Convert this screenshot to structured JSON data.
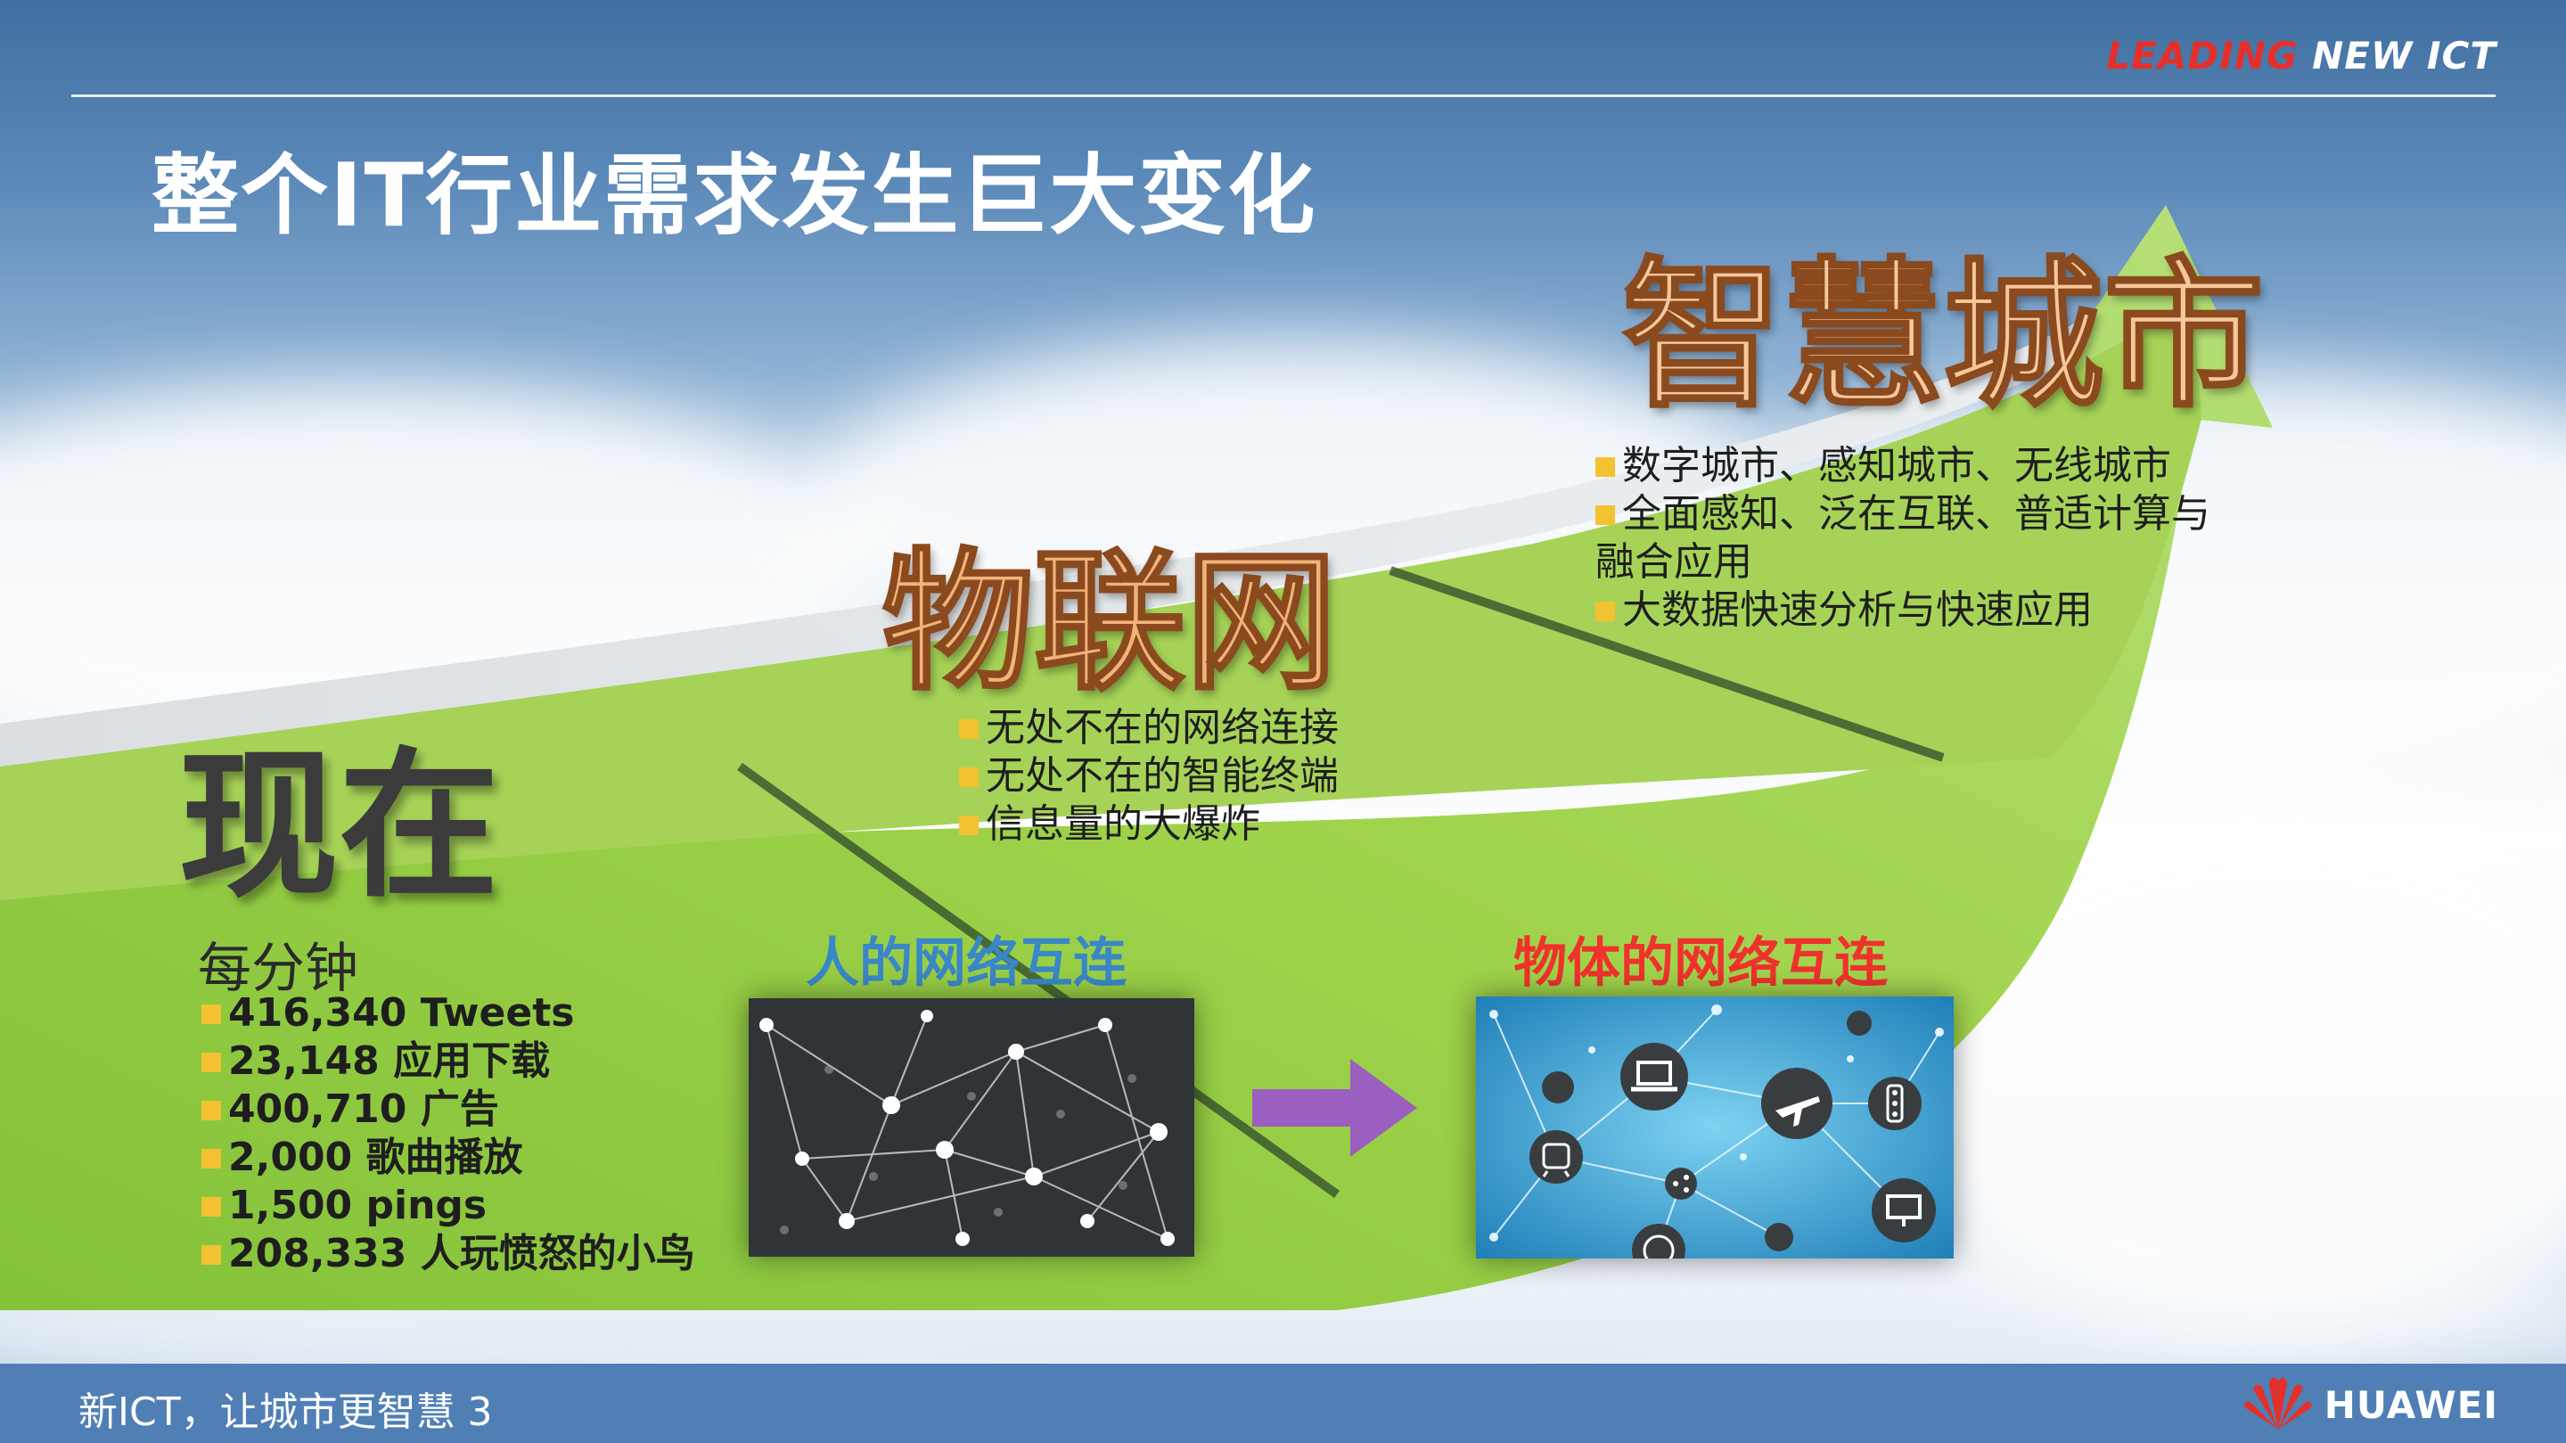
{
  "header": {
    "brand_accent": "LEADING",
    "brand_main": "NEW ICT",
    "title": "整个IT行业需求发生巨大变化"
  },
  "stages": {
    "now": "现在",
    "iot": "物联网",
    "smart_city": "智慧城市"
  },
  "iot_points": [
    "无处不在的网络连接",
    "无处不在的智能终端",
    "信息量的大爆炸"
  ],
  "smart_city_points": [
    "数字城市、感知城市、无线城市",
    "全面感知、泛在互联、普适计算与",
    "融合应用",
    "大数据快速分析与快速应用"
  ],
  "per_minute": {
    "heading": "每分钟",
    "stats": [
      "416,340 Tweets",
      "23,148 应用下载",
      "400,710 广告",
      "2,000 歌曲播放",
      "1,500 pings",
      "208,333 人玩愤怒的小鸟"
    ]
  },
  "captions": {
    "human_network": "人的网络互连",
    "thing_network": "物体的网络互连"
  },
  "footer": {
    "text": "新ICT，让城市更智慧   3",
    "brand": "HUAWEI"
  },
  "colors": {
    "arrow_green": "#95cc3f",
    "caption_blue": "#3a87c8",
    "caption_red": "#f0322d",
    "bullet_yellow": "#f2c230",
    "transition_arrow": "#9b5fc0",
    "footer_bg": "#4f7fb5"
  },
  "icons": [
    "laptop-icon",
    "airplane-icon",
    "traffic-light-icon",
    "train-icon",
    "monitor-icon",
    "globe-icon",
    "share-icon",
    "huawei-logo"
  ]
}
